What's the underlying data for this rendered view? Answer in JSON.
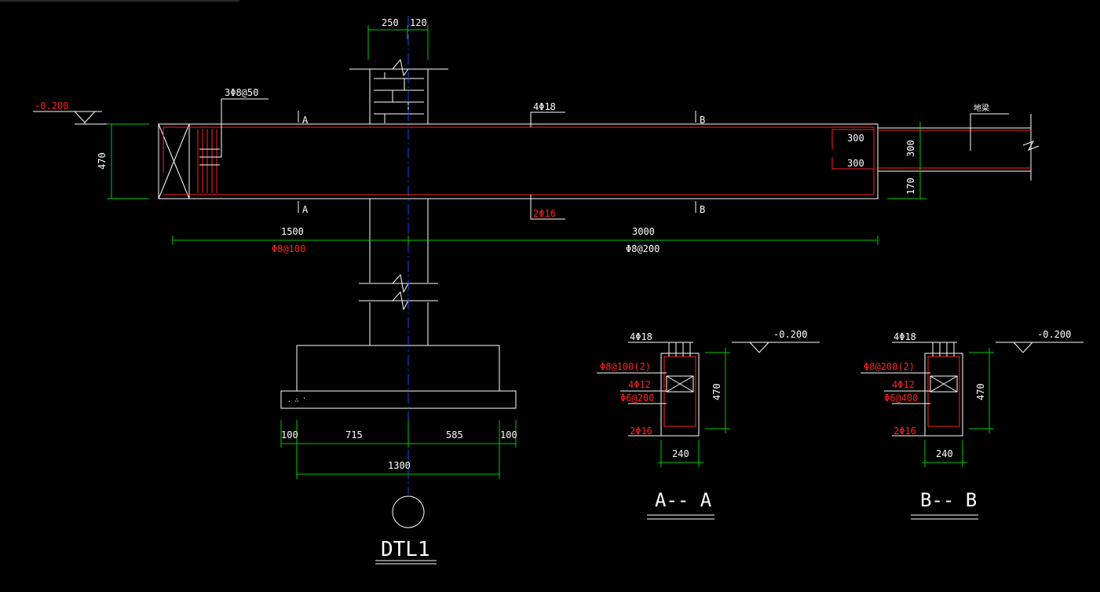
{
  "colors": {
    "background": "#000000",
    "object": "#ffffff",
    "dimension": "#00cc00",
    "rebar": "#ff2020",
    "centerline": "#2a3cff"
  },
  "elevation": "-0.200",
  "column_dims": {
    "left": "250",
    "right": "120"
  },
  "beam": {
    "height": "470",
    "stirrups_end": "3Φ8@50",
    "top_bars": "4Φ18",
    "bottom_bars": "2Φ16",
    "hook_dim_1": "300",
    "hook_dim_2": "300",
    "right_upper": "300",
    "right_lower": "170",
    "right_note": "地梁",
    "span_left": "1500",
    "span_right": "3000",
    "stirrup_left": "Φ8@100",
    "stirrup_right": "Φ8@200"
  },
  "section_marks": {
    "a": "A",
    "b": "B"
  },
  "footing": {
    "d1": "100",
    "d2": "715",
    "d3": "585",
    "d4": "100",
    "total": "1300"
  },
  "title": "DTL1",
  "sections": [
    {
      "label": "A-- A",
      "top": "4Φ18",
      "stirrup": "Φ8@100(2)",
      "side": "4Φ12",
      "tie": "Φ6@200",
      "bottom": "2Φ16",
      "height": "470",
      "width": "240",
      "elevation": "-0.200"
    },
    {
      "label": "B-- B",
      "top": "4Φ18",
      "stirrup": "Φ8@200(2)",
      "side": "4Φ12",
      "tie": "Φ6@400",
      "bottom": "2Φ16",
      "height": "470",
      "width": "240",
      "elevation": "-0.200"
    }
  ]
}
